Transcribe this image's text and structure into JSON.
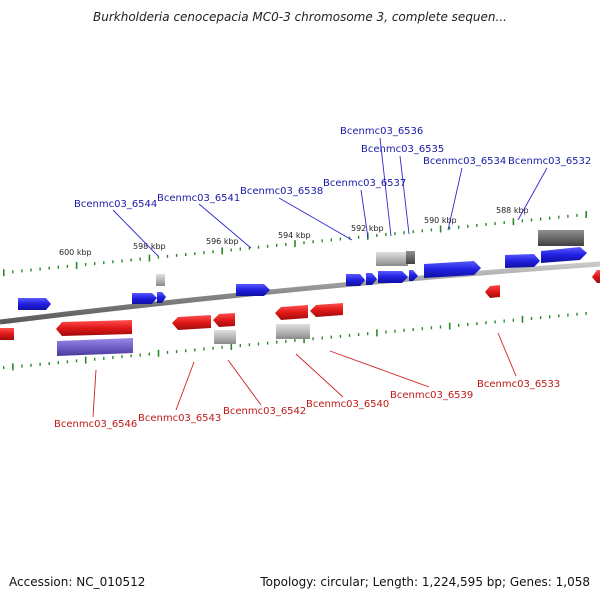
{
  "title": "Burkholderia cenocepacia MC0-3 chromosome 3, complete sequen...",
  "footer": {
    "accession": "Accession: NC_010512",
    "info": "Topology: circular; Length: 1,224,595 bp; Genes: 1,058"
  },
  "colors": {
    "forward_gene": "#1f1fe0",
    "reverse_gene": "#e01818",
    "pseudo_gene": "#b8b8b8",
    "dark_gene": "#6a6a6a",
    "rna_gene": "#7060c8",
    "backbone": "#8a8a8a",
    "tick": "#2a8a2a",
    "label_top": "#1a1aa8",
    "label_bottom": "#c01818"
  },
  "scale_labels": [
    "600 kbp",
    "598 kbp",
    "596 kbp",
    "594 kbp",
    "592 kbp",
    "590 kbp",
    "588 kbp"
  ],
  "genes_top": [
    "Bcenmc03_6544",
    "Bcenmc03_6541",
    "Bcenmc03_6538",
    "Bcenmc03_6537",
    "Bcenmc03_6536",
    "Bcenmc03_6535",
    "Bcenmc03_6534",
    "Bcenmc03_6532"
  ],
  "genes_bottom": [
    "Bcenmc03_6546",
    "Bcenmc03_6543",
    "Bcenmc03_6542",
    "Bcenmc03_6540",
    "Bcenmc03_6539",
    "Bcenmc03_6533"
  ]
}
